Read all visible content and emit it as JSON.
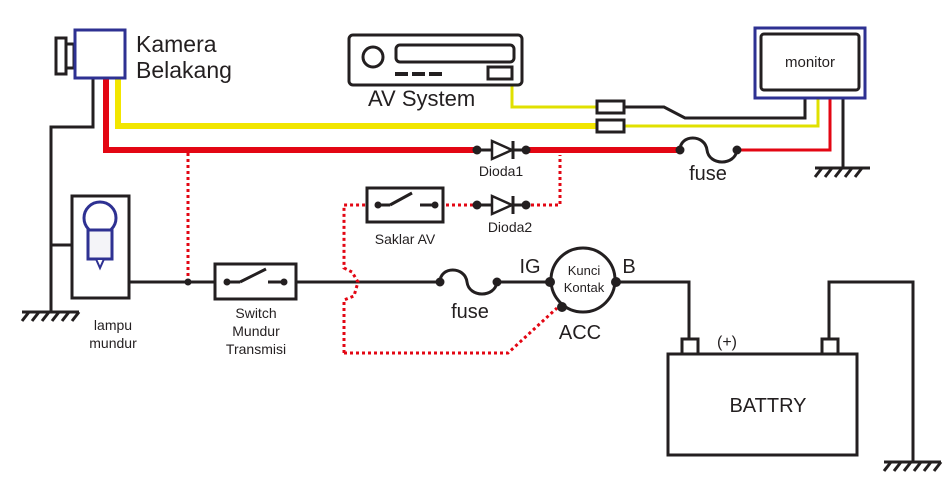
{
  "title": "Wiring diagram: rear camera with AV system and monitor",
  "colors": {
    "wire_black": "#231f20",
    "wire_red": "#e30613",
    "wire_yellow": "#f2e600",
    "wire_yellow_thin": "#e0e000",
    "component_blue": "#2e3192",
    "background": "#ffffff"
  },
  "components": {
    "camera": {
      "label_line1": "Kamera",
      "label_line2": "Belakang"
    },
    "av_system": {
      "label": "AV System"
    },
    "monitor": {
      "label": "monitor"
    },
    "diode1": {
      "label": "Dioda1"
    },
    "diode2": {
      "label": "Dioda2"
    },
    "fuse_top": {
      "label": "fuse"
    },
    "fuse_bottom": {
      "label": "fuse"
    },
    "saklar_av": {
      "label": "Saklar AV"
    },
    "lamp": {
      "label_line1": "lampu",
      "label_line2": "mundur"
    },
    "reverse_switch": {
      "label_line1": "Switch",
      "label_line2": "Mundur",
      "label_line3": "Transmisi"
    },
    "ignition_key": {
      "label_line1": "Kunci",
      "label_line2": "Kontak",
      "terminal_ig": "IG",
      "terminal_b": "B",
      "terminal_acc": "ACC"
    },
    "battery": {
      "label": "BATTRY",
      "positive_label": "(+)"
    }
  }
}
